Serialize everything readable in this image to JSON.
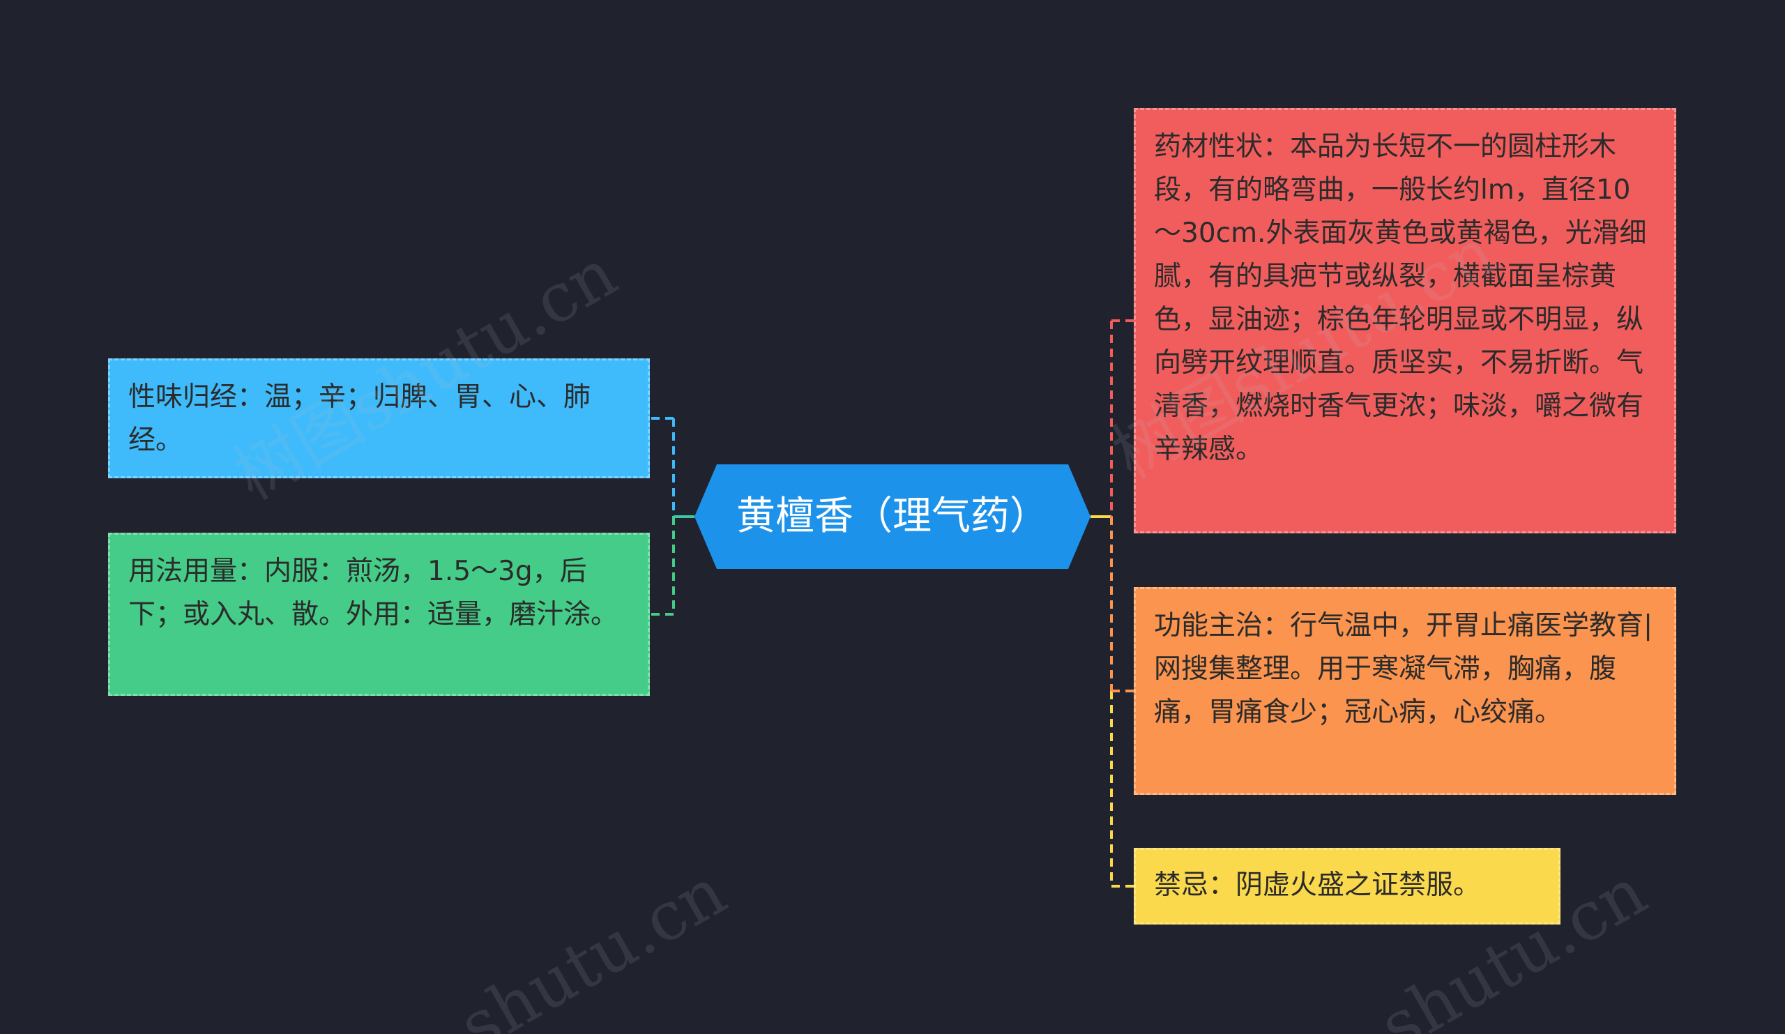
{
  "root": {
    "label": "黄檀香（理气药）",
    "color": "#1d92ea"
  },
  "left_nodes": [
    {
      "text": "性味归经：温；辛；归脾、胃、心、肺经。",
      "color": "#3fbbfb",
      "connector_color": "#3fbbfb"
    },
    {
      "text": "用法用量：内服：煎汤，1.5～3g，后下；或入丸、散。外用：适量，磨汁涂。",
      "color": "#45cc88",
      "connector_color": "#45cc88"
    }
  ],
  "right_nodes": [
    {
      "text": "药材性状：本品为长短不一的圆柱形木段，有的略弯曲，一般长约lm，直径10～30cm.外表面灰黄色或黄褐色，光滑细腻，有的具疤节或纵裂，横截面呈棕黄色，显油迹；棕色年轮明显或不明显，纵向劈开纹理顺直。质坚实，不易折断。气清香，燃烧时香气更浓；味淡，嚼之微有辛辣感。",
      "color": "#f15d5d",
      "connector_color": "#f15d5d"
    },
    {
      "text": "功能主治：行气温中，开胃止痛医学教育|网搜集整理。用于寒凝气滞，胸痛，腹痛，胃痛食少；冠心病，心绞痛。",
      "color": "#fb944f",
      "connector_color": "#fb944f"
    },
    {
      "text": "禁忌：阴虚火盛之证禁服。",
      "color": "#fbd94c",
      "connector_color": "#fbd94c"
    }
  ],
  "watermarks": [
    "树图shutu.cn",
    "树图shutu.cn",
    "shutu.cn",
    "shutu.cn"
  ]
}
